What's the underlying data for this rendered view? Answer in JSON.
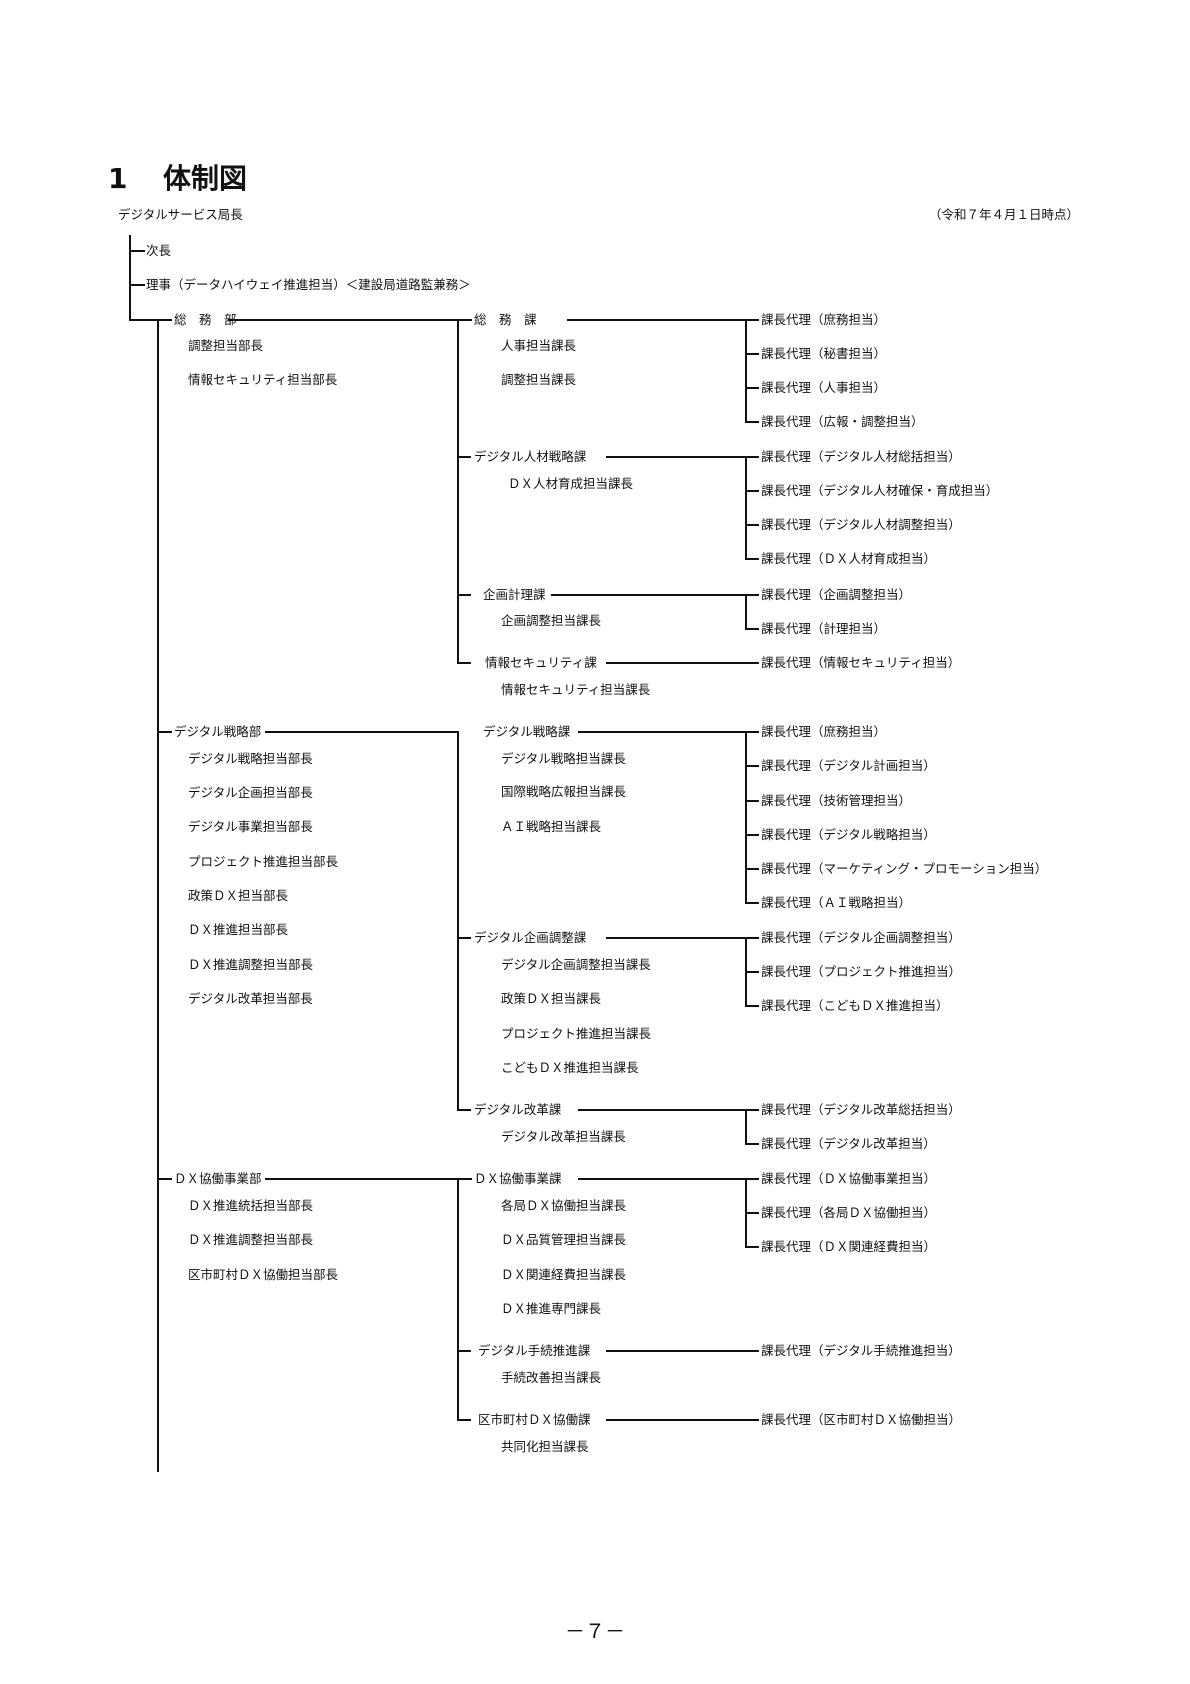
{
  "heading": {
    "number": "1",
    "title": "体制図"
  },
  "top_title": "デジタルサービス局長",
  "date_note": "（令和７年４月１日時点）",
  "deputy": "次長",
  "director": "理事（データハイウェイ推進担当）＜建設局道路監兼務＞",
  "departments": [
    {
      "name": "総　務　部",
      "sub": [
        "調整担当部長",
        "情報セキュリティ担当部長"
      ]
    },
    {
      "name": "デジタル戦略部",
      "sub": [
        "デジタル戦略担当部長",
        "デジタル企画担当部長",
        "デジタル事業担当部長",
        "プロジェクト推進担当部長",
        "政策ＤＸ担当部長",
        "ＤＸ推進担当部長",
        "ＤＸ推進調整担当部長",
        "デジタル改革担当部長"
      ]
    },
    {
      "name": "ＤＸ協働事業部",
      "sub": [
        "ＤＸ推進統括担当部長",
        "ＤＸ推進調整担当部長",
        "区市町村ＤＸ協働担当部長"
      ]
    }
  ],
  "sections": [
    {
      "name": "総　務　課",
      "sub": [
        "人事担当課長",
        "調整担当課長"
      ],
      "deputies": [
        "課長代理（庶務担当）",
        "課長代理（秘書担当）",
        "課長代理（人事担当）",
        "課長代理（広報・調整担当）"
      ]
    },
    {
      "name": "デジタル人材戦略課",
      "sub": [
        "ＤＸ人材育成担当課長"
      ],
      "deputies": [
        "課長代理（デジタル人材総括担当）",
        "課長代理（デジタル人材確保・育成担当）",
        "課長代理（デジタル人材調整担当）",
        "課長代理（ＤＸ人材育成担当）"
      ]
    },
    {
      "name": "企画計理課",
      "sub": [
        "企画調整担当課長"
      ],
      "deputies": [
        "課長代理（企画調整担当）",
        "課長代理（計理担当）"
      ]
    },
    {
      "name": "情報セキュリティ課",
      "sub": [
        "情報セキュリティ担当課長"
      ],
      "deputies": [
        "課長代理（情報セキュリティ担当）"
      ]
    },
    {
      "name": "デジタル戦略課",
      "sub": [
        "デジタル戦略担当課長",
        "国際戦略広報担当課長",
        "ＡＩ戦略担当課長"
      ],
      "deputies": [
        "課長代理（庶務担当）",
        "課長代理（デジタル計画担当）",
        "課長代理（技術管理担当）",
        "課長代理（デジタル戦略担当）",
        "課長代理（マーケティング・プロモーション担当）",
        "課長代理（ＡＩ戦略担当）"
      ]
    },
    {
      "name": "デジタル企画調整課",
      "sub": [
        "デジタル企画調整担当課長",
        "政策ＤＸ担当課長",
        "プロジェクト推進担当課長",
        "こどもＤＸ推進担当課長"
      ],
      "deputies": [
        "課長代理（デジタル企画調整担当）",
        "課長代理（プロジェクト推進担当）",
        "課長代理（こどもＤＸ推進担当）"
      ]
    },
    {
      "name": "デジタル改革課",
      "sub": [
        "デジタル改革担当課長"
      ],
      "deputies": [
        "課長代理（デジタル改革総括担当）",
        "課長代理（デジタル改革担当）"
      ]
    },
    {
      "name": "ＤＸ協働事業課",
      "sub": [
        "各局ＤＸ協働担当課長",
        "ＤＸ品質管理担当課長",
        "ＤＸ関連経費担当課長",
        "ＤＸ推進専門課長"
      ],
      "deputies": [
        "課長代理（ＤＸ協働事業担当）",
        "課長代理（各局ＤＸ協働担当）",
        "課長代理（ＤＸ関連経費担当）"
      ]
    },
    {
      "name": "デジタル手続推進課",
      "sub": [
        "手続改善担当課長"
      ],
      "deputies": [
        "課長代理（デジタル手続推進担当）"
      ]
    },
    {
      "name": "区市町村ＤＸ協働課",
      "sub": [
        "共同化担当課長"
      ],
      "deputies": [
        "課長代理（区市町村ＤＸ協働担当）"
      ]
    }
  ],
  "page_number": "－７－"
}
